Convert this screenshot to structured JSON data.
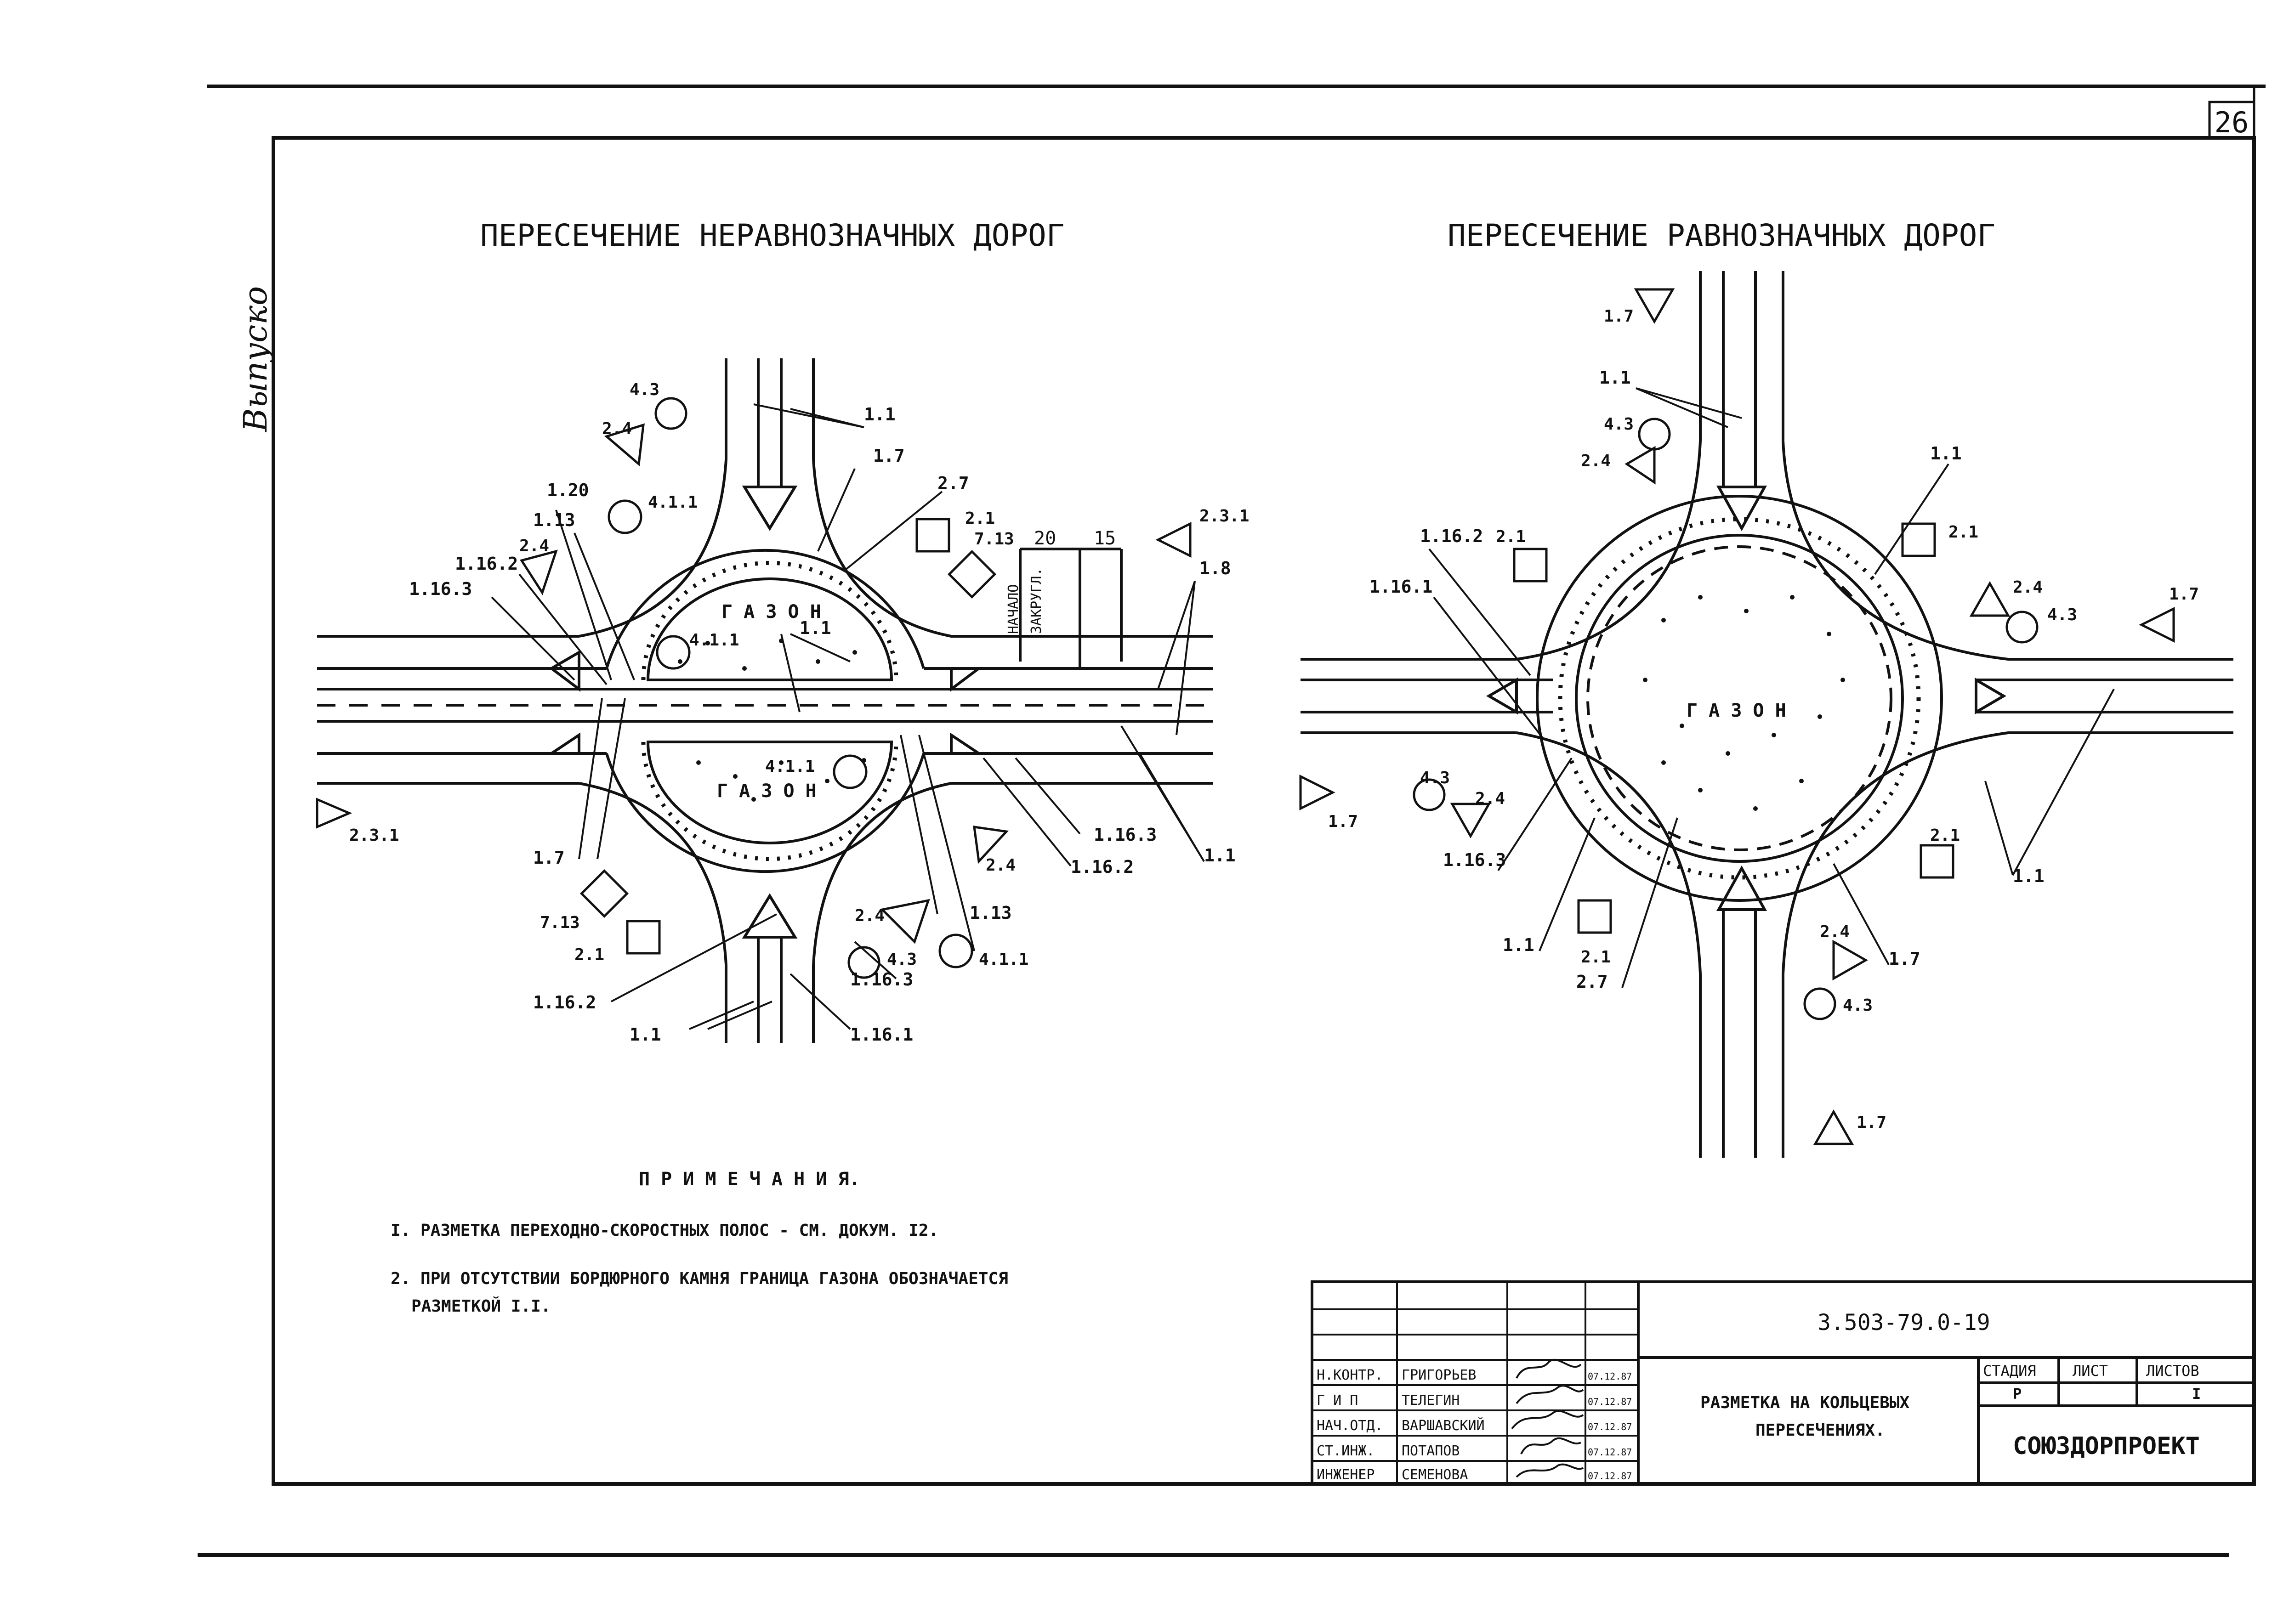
{
  "sheet": {
    "number": "26",
    "stamp": "Выпуско"
  },
  "left": {
    "title": "ПЕРЕСЕЧЕНИЕ НЕРАВНОЗНАЧНЫХ ДОРОГ",
    "lawn": "Г А З О Н",
    "start_label": "НАЧАЛО",
    "curve_label": "ЗАКРУГЛ.",
    "dims": [
      "20",
      "15"
    ],
    "labels": {
      "l11a": "1.1",
      "l17a": "1.7",
      "l27": "2.7",
      "l120": "1.20",
      "l113a": "1.13",
      "l1162a": "1.16.2",
      "l1163a": "1.16.3",
      "l11b": "1.1",
      "l18": "1.8",
      "l17b": "1.7",
      "l713b": "7.13",
      "l21b": "2.1",
      "l1162b": "1.16.2",
      "l11c": "1.1",
      "l1161": "1.16.1",
      "l1163b": "1.16.3",
      "l113b": "1.13",
      "l1163c": "1.16.3",
      "l1162c": "1.16.2",
      "l11d": "1.1"
    },
    "signs": {
      "s43a": "4.3",
      "s24a": "2.4",
      "s411a": "4.1.1",
      "s24b": "2.4",
      "s21a": "2.1",
      "s713a": "7.13",
      "s231a": "2.3.1",
      "s411b": "4.1.1",
      "s411c": "4.1.1",
      "s231b": "2.3.1",
      "s24c": "2.4",
      "s43b": "4.3",
      "s411d": "4.1.1",
      "s24d": "2.4"
    }
  },
  "right": {
    "title": "ПЕРЕСЕЧЕНИЕ РАВНОЗНАЧНЫХ ДОРОГ",
    "lawn": "Г А З О Н",
    "labels": {
      "l11a": "1.1",
      "l11b": "1.1",
      "l1162": "1.16.2",
      "l1161": "1.16.1",
      "l1163": "1.16.3",
      "l11c": "1.1",
      "l27": "2.7",
      "l17": "1.7",
      "l11d": "1.1"
    },
    "signs": {
      "s17top": "1.7",
      "s43a": "4.3",
      "s24a": "2.4",
      "s21a": "2.1",
      "s21b": "2.1",
      "s24b": "2.4",
      "s43b": "4.3",
      "s17r": "1.7",
      "s17l": "1.7",
      "s43c": "4.3",
      "s24c": "2.4",
      "s21c": "2.1",
      "s21d": "2.1",
      "s24d": "2.4",
      "s43d": "4.3",
      "s17b": "1.7"
    }
  },
  "notes": {
    "heading": "П Р И М Е Ч А Н И Я.",
    "items": [
      "I. РАЗМЕТКА ПЕРЕХОДНО-СКОРОСТНЫХ ПОЛОС - СМ. ДОКУМ. I2.",
      "2. ПРИ ОТСУТСТВИИ БОРДЮРНОГО КАМНЯ ГРАНИЦА ГАЗОНА ОБОЗНАЧАЕТСЯ",
      "РАЗМЕТКОЙ I.I."
    ]
  },
  "title_block": {
    "doc_code": "3.503-79.0-19",
    "drawing_title_1": "РАЗМЕТКА НА КОЛЬЦЕВЫХ",
    "drawing_title_2": "ПЕРЕСЕЧЕНИЯХ.",
    "hdr_stage": "СТАДИЯ",
    "hdr_sheet": "ЛИСТ",
    "hdr_sheets": "ЛИСТОВ",
    "stage": "Р",
    "sheets": "I",
    "org": "СОЮЗДОРПРОЕКТ",
    "signatories": [
      {
        "role": "Н.КОНТР.",
        "name": "ГРИГОРЬЕВ",
        "date": "07.12.87"
      },
      {
        "role": "Г И П",
        "name": "ТЕЛЕГИН",
        "date": "07.12.87"
      },
      {
        "role": "НАЧ.ОТД.",
        "name": "ВАРШАВСКИЙ",
        "date": "07.12.87"
      },
      {
        "role": "СТ.ИНЖ.",
        "name": "ПОТАПОВ",
        "date": "07.12.87"
      },
      {
        "role": "ИНЖЕНЕР",
        "name": "СЕМЕНОВА",
        "date": "07.12.87"
      }
    ]
  }
}
